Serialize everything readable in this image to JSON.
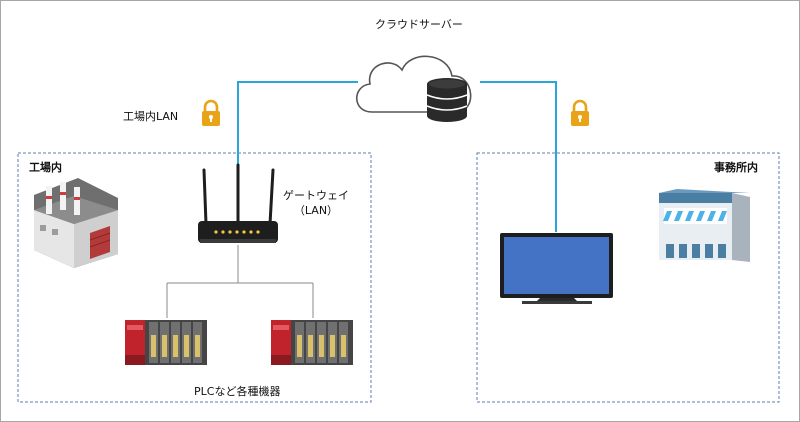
{
  "cloud_label": "クラウドサーバー",
  "factory_lan_label": "工場内LAN",
  "factory_zone_label": "工場内",
  "office_zone_label": "事務所内",
  "gateway_label_line1": "ゲートウェイ",
  "gateway_label_line2": "（LAN）",
  "devices_label": "PLCなど各種機器",
  "colors": {
    "link_line": "#29a6dc",
    "zone_border": "#5b7fb2",
    "monitor_screen": "#4472c4",
    "lock": "#e8a317",
    "plc_red": "#c0232b"
  }
}
